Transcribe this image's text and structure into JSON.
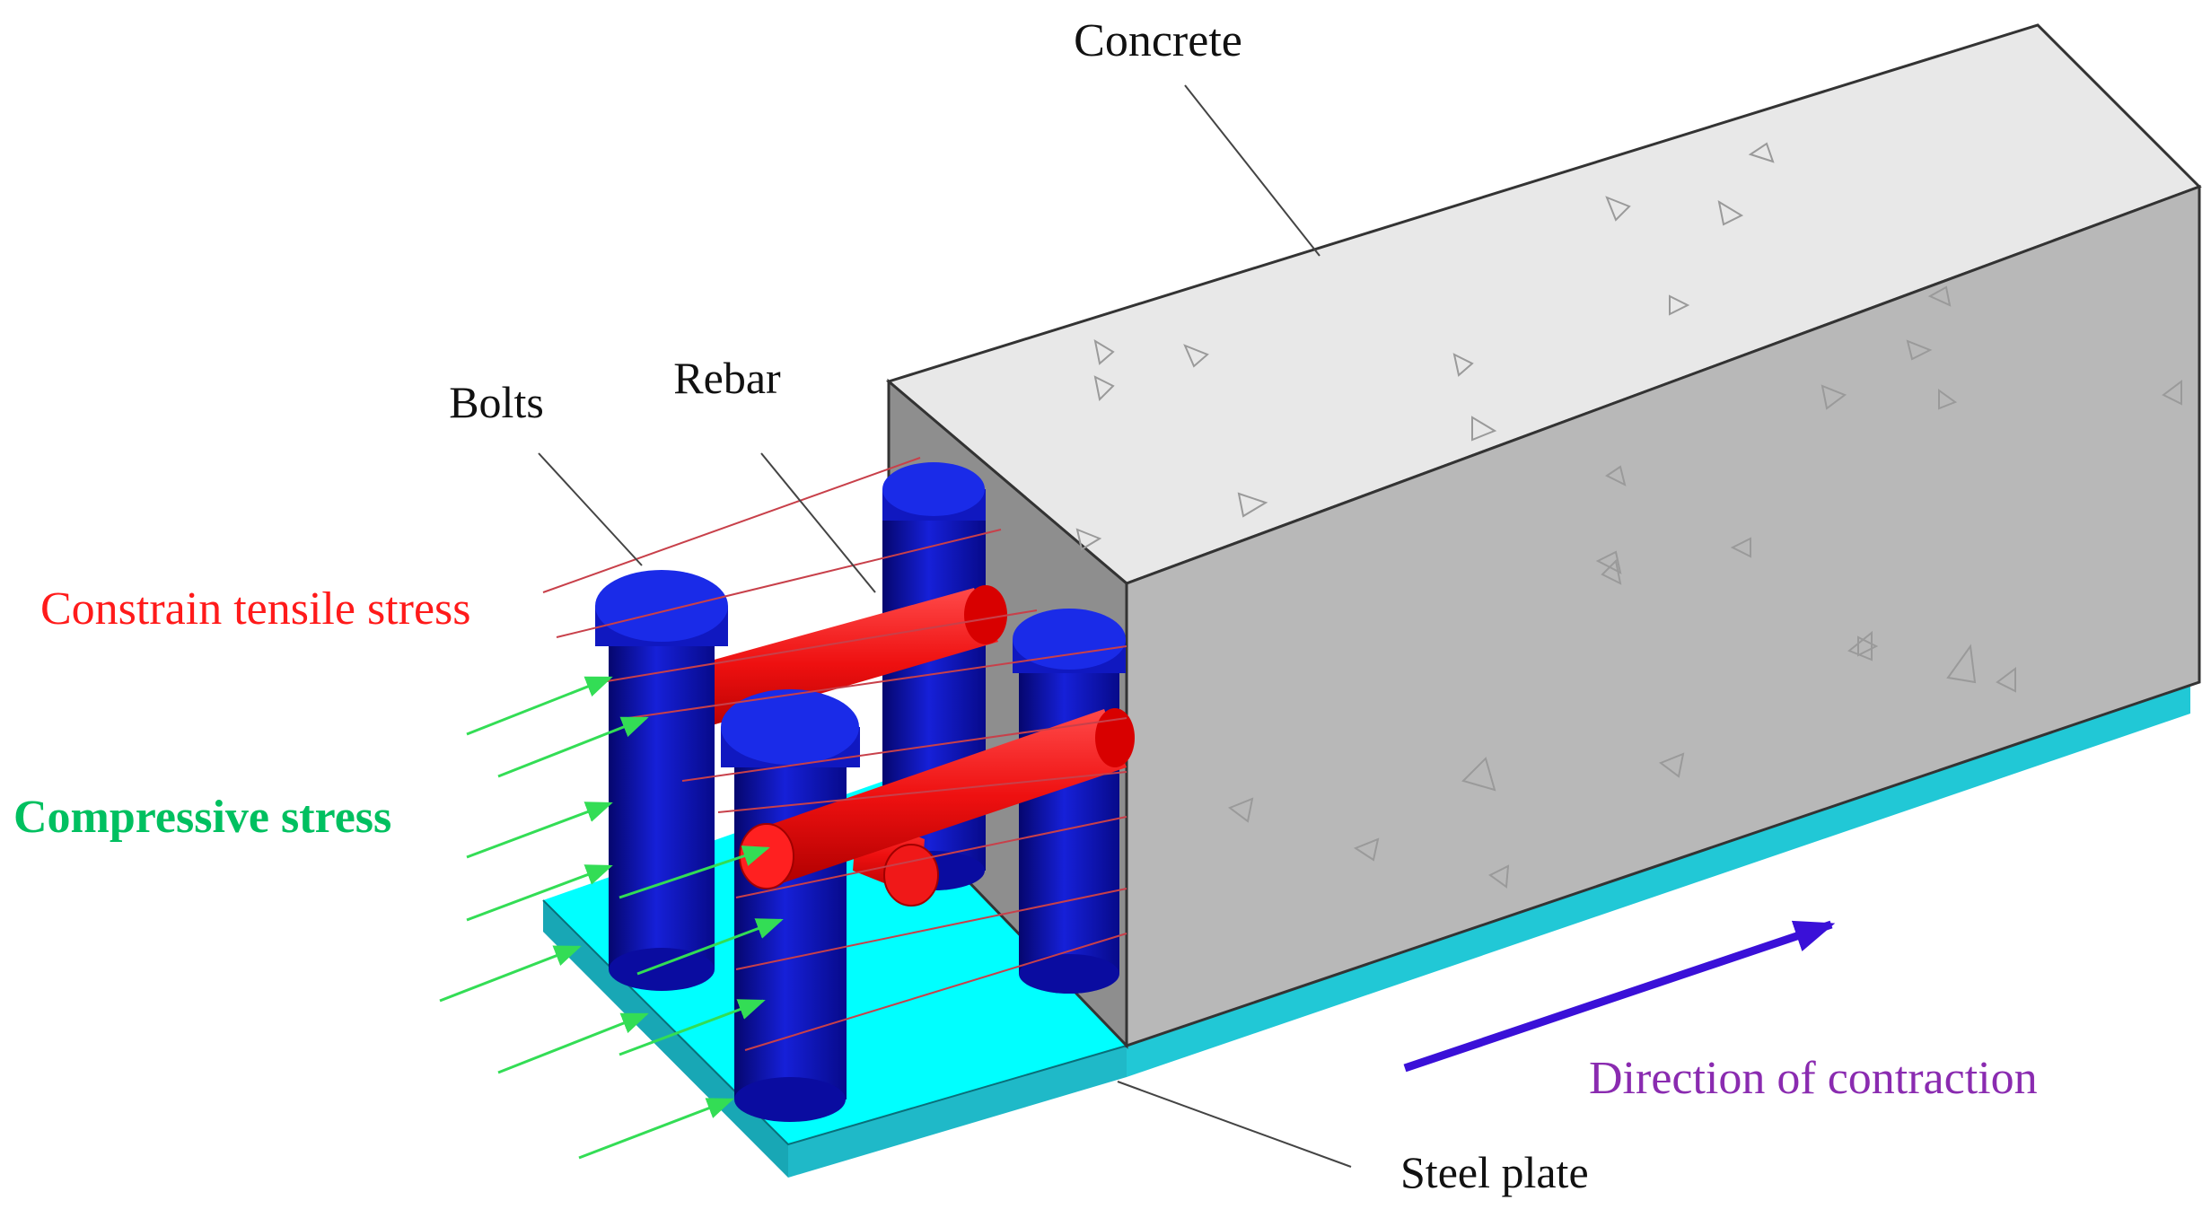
{
  "labels": {
    "concrete": "Concrete",
    "bolts": "Bolts",
    "rebar": "Rebar",
    "tensile": "Constrain tensile stress",
    "compressive": "Compressive stress",
    "direction": "Direction of contraction",
    "steel_plate": "Steel plate"
  },
  "colors": {
    "concrete_top": "#e9e9e9",
    "concrete_front": "#b9b9b9",
    "concrete_end": "#8f8f8f",
    "steel_plate_top": "#00ffff",
    "steel_plate_side": "#20c6d4",
    "bolt": "#0d10c8",
    "bolt_cap": "#1a2be8",
    "rebar": "#ff1a1a",
    "tensile_text": "#ff1a1a",
    "compressive_text": "#00c060",
    "compressive_arrow": "#33dd55",
    "direction_arrow": "#3a10d8",
    "direction_text": "#8a2bb0"
  }
}
